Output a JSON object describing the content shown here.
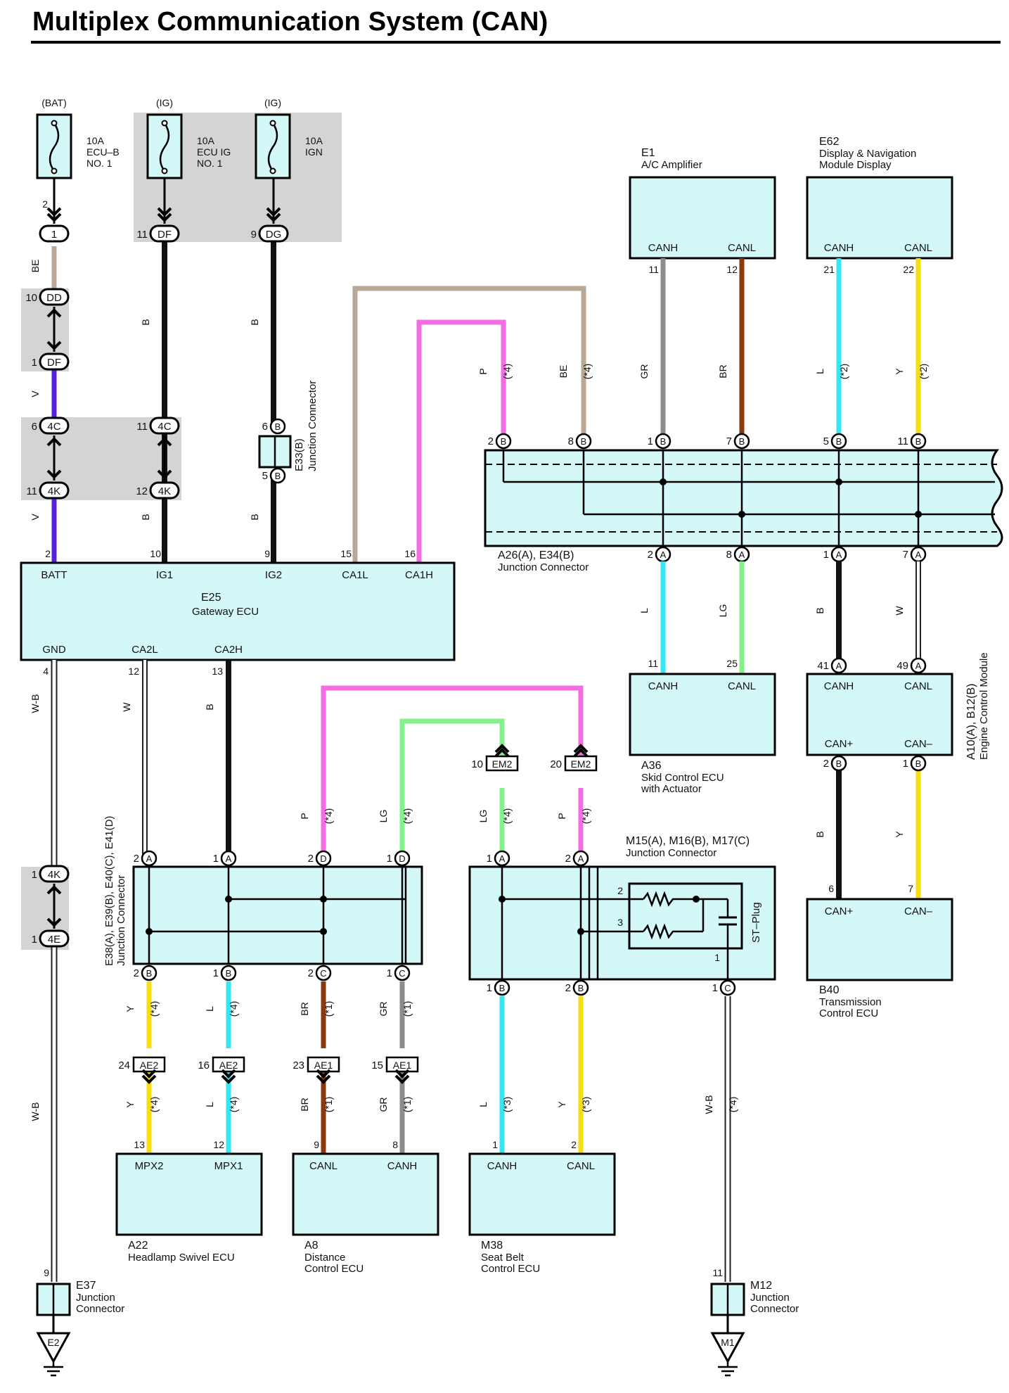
{
  "title": "Multiplex Communication System (CAN)",
  "colors": {
    "box": "#d4f7f7",
    "shade": "#d4d4d4",
    "BE": "#b9a896",
    "B": "#111111",
    "V": "#5a1fd8",
    "P": "#f56de3",
    "GR": "#8c8c8c",
    "BR": "#8b3a0e",
    "L": "#36e6f0",
    "Y": "#f7de12",
    "LG": "#84f28a",
    "W": "#ffffff",
    "W-B": "#ffffff"
  },
  "fuses": [
    {
      "id": "fuse-ecu-b",
      "supply": "(BAT)",
      "label": [
        "10A",
        "ECU–B",
        "NO. 1"
      ]
    },
    {
      "id": "fuse-ecu-ig",
      "supply": "(IG)",
      "label": [
        "10A",
        "ECU IG",
        "NO. 1"
      ]
    },
    {
      "id": "fuse-ign",
      "supply": "(IG)",
      "label": [
        "10A",
        "IGN"
      ]
    }
  ],
  "components": [
    {
      "id": "E25",
      "code": "E25",
      "name": [
        "Gateway ECU"
      ],
      "terminals": [
        "BATT",
        "IG1",
        "IG2",
        "CA1L",
        "CA1H",
        "GND",
        "CA2L",
        "CA2H"
      ]
    },
    {
      "id": "E1",
      "code": "E1",
      "name": [
        "A/C Amplifier"
      ],
      "terminals": [
        "CANH",
        "CANL"
      ]
    },
    {
      "id": "E62",
      "code": "E62",
      "name": [
        "Display & Navigation",
        "Module Display"
      ],
      "terminals": [
        "CANH",
        "CANL"
      ]
    },
    {
      "id": "A36",
      "code": "A36",
      "name": [
        "Skid Control ECU",
        "with Actuator"
      ],
      "terminals": [
        "CANH",
        "CANL"
      ]
    },
    {
      "id": "A10B12",
      "code": "A10(A), B12(B)",
      "name": [
        "Engine Control Module"
      ],
      "terminals": [
        "CANH",
        "CANL",
        "CAN+",
        "CAN–"
      ]
    },
    {
      "id": "B40",
      "code": "B40",
      "name": [
        "Transmission",
        "Control ECU"
      ],
      "terminals": [
        "CAN+",
        "CAN–"
      ]
    },
    {
      "id": "A22",
      "code": "A22",
      "name": [
        "Headlamp Swivel ECU"
      ],
      "terminals": [
        "MPX2",
        "MPX1"
      ]
    },
    {
      "id": "A8",
      "code": "A8",
      "name": [
        "Distance",
        "Control ECU"
      ],
      "terminals": [
        "CANL",
        "CANH"
      ]
    },
    {
      "id": "M38",
      "code": "M38",
      "name": [
        "Seat Belt",
        "Control ECU"
      ],
      "terminals": [
        "CANH",
        "CANL"
      ]
    },
    {
      "id": "E37",
      "code": "E37",
      "name": [
        "Junction",
        "Connector"
      ]
    },
    {
      "id": "M12",
      "code": "M12",
      "name": [
        "Junction",
        "Connector"
      ]
    },
    {
      "id": "E33",
      "code": "E33(B)",
      "name": [
        "Junction Connector"
      ]
    },
    {
      "id": "A26E34",
      "code": "A26(A), E34(B)",
      "name": [
        "Junction Connector"
      ]
    },
    {
      "id": "E38",
      "code": "E38(A), E39(B), E40(C), E41(D)",
      "name": [
        "Junction Connector"
      ]
    },
    {
      "id": "M15",
      "code": "M15(A), M16(B), M17(C)",
      "name": [
        "Junction Connector"
      ],
      "sub": "ST–Plug"
    }
  ],
  "grounds": [
    "E2",
    "M1"
  ],
  "notes": [
    "(*1)",
    "(*2)",
    "(*3)",
    "(*4)"
  ]
}
